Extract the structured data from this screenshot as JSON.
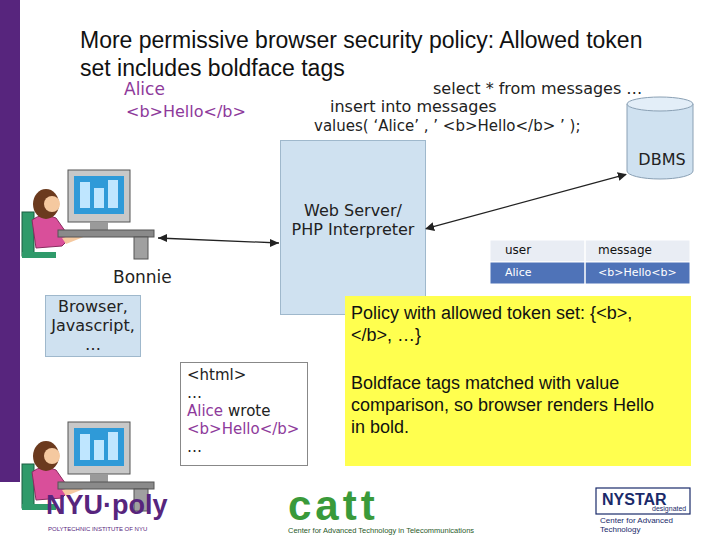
{
  "diagram": {
    "title": "More permissive browser security policy: Allowed token set includes boldface tags",
    "nodes": [
      {
        "text": [
          "DBMS"
        ]
      },
      {
        "text": [
          "Web Server/ PHP Interpreter"
        ]
      },
      {
        "text": [
          "Browser, Javascript, …"
        ]
      },
      {
        "text": [
          "Policy with allowed token set: {<b>, </b>, …}",
          "Boldface tags matched with value comparison, so browser renders Hello in bold."
        ]
      },
      {
        "text": [
          "<html>",
          "…",
          "Alice",
          "wrote",
          "<b>Hello</b>",
          "…"
        ]
      }
    ],
    "edges": [
      {
        "from": 1,
        "to": 0,
        "arrow": "both"
      }
    ],
    "labels": [
      "Alice",
      "<b>Hello</b>",
      "select * from messages …",
      "insert into messages",
      "values( ‘Alice’ , ’ <b>Hello</b> ’ );",
      "user",
      "message",
      "Alice",
      "<b>Hello<b>",
      "Bonnie",
      "NYU·poly",
      "POLYTECHNIC INSTITUTE OF NYU",
      "catt",
      "Center for Advanced Technology in Telecommunications",
      "NYSTAR",
      "designated",
      "Center for Advanced Technology"
    ]
  }
}
